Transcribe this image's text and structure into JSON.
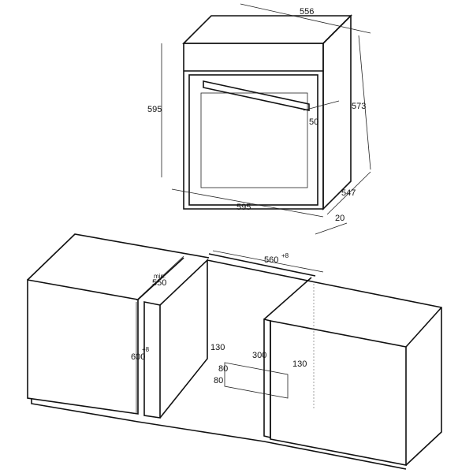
{
  "oven": {
    "width_top": "556",
    "height_left": "595",
    "height_right": "573",
    "handle_depth": "50",
    "depth": "547",
    "width_bottom": "595",
    "door_offset": "20"
  },
  "niche": {
    "width": "560",
    "width_tol": "+8",
    "depth_min_label": "min.",
    "depth_min": "550",
    "height": "600",
    "height_tol": "+8",
    "vent_left": "130",
    "vent_width": "300",
    "vent_right": "130",
    "vent_height": "80",
    "vent_depth": "80"
  }
}
